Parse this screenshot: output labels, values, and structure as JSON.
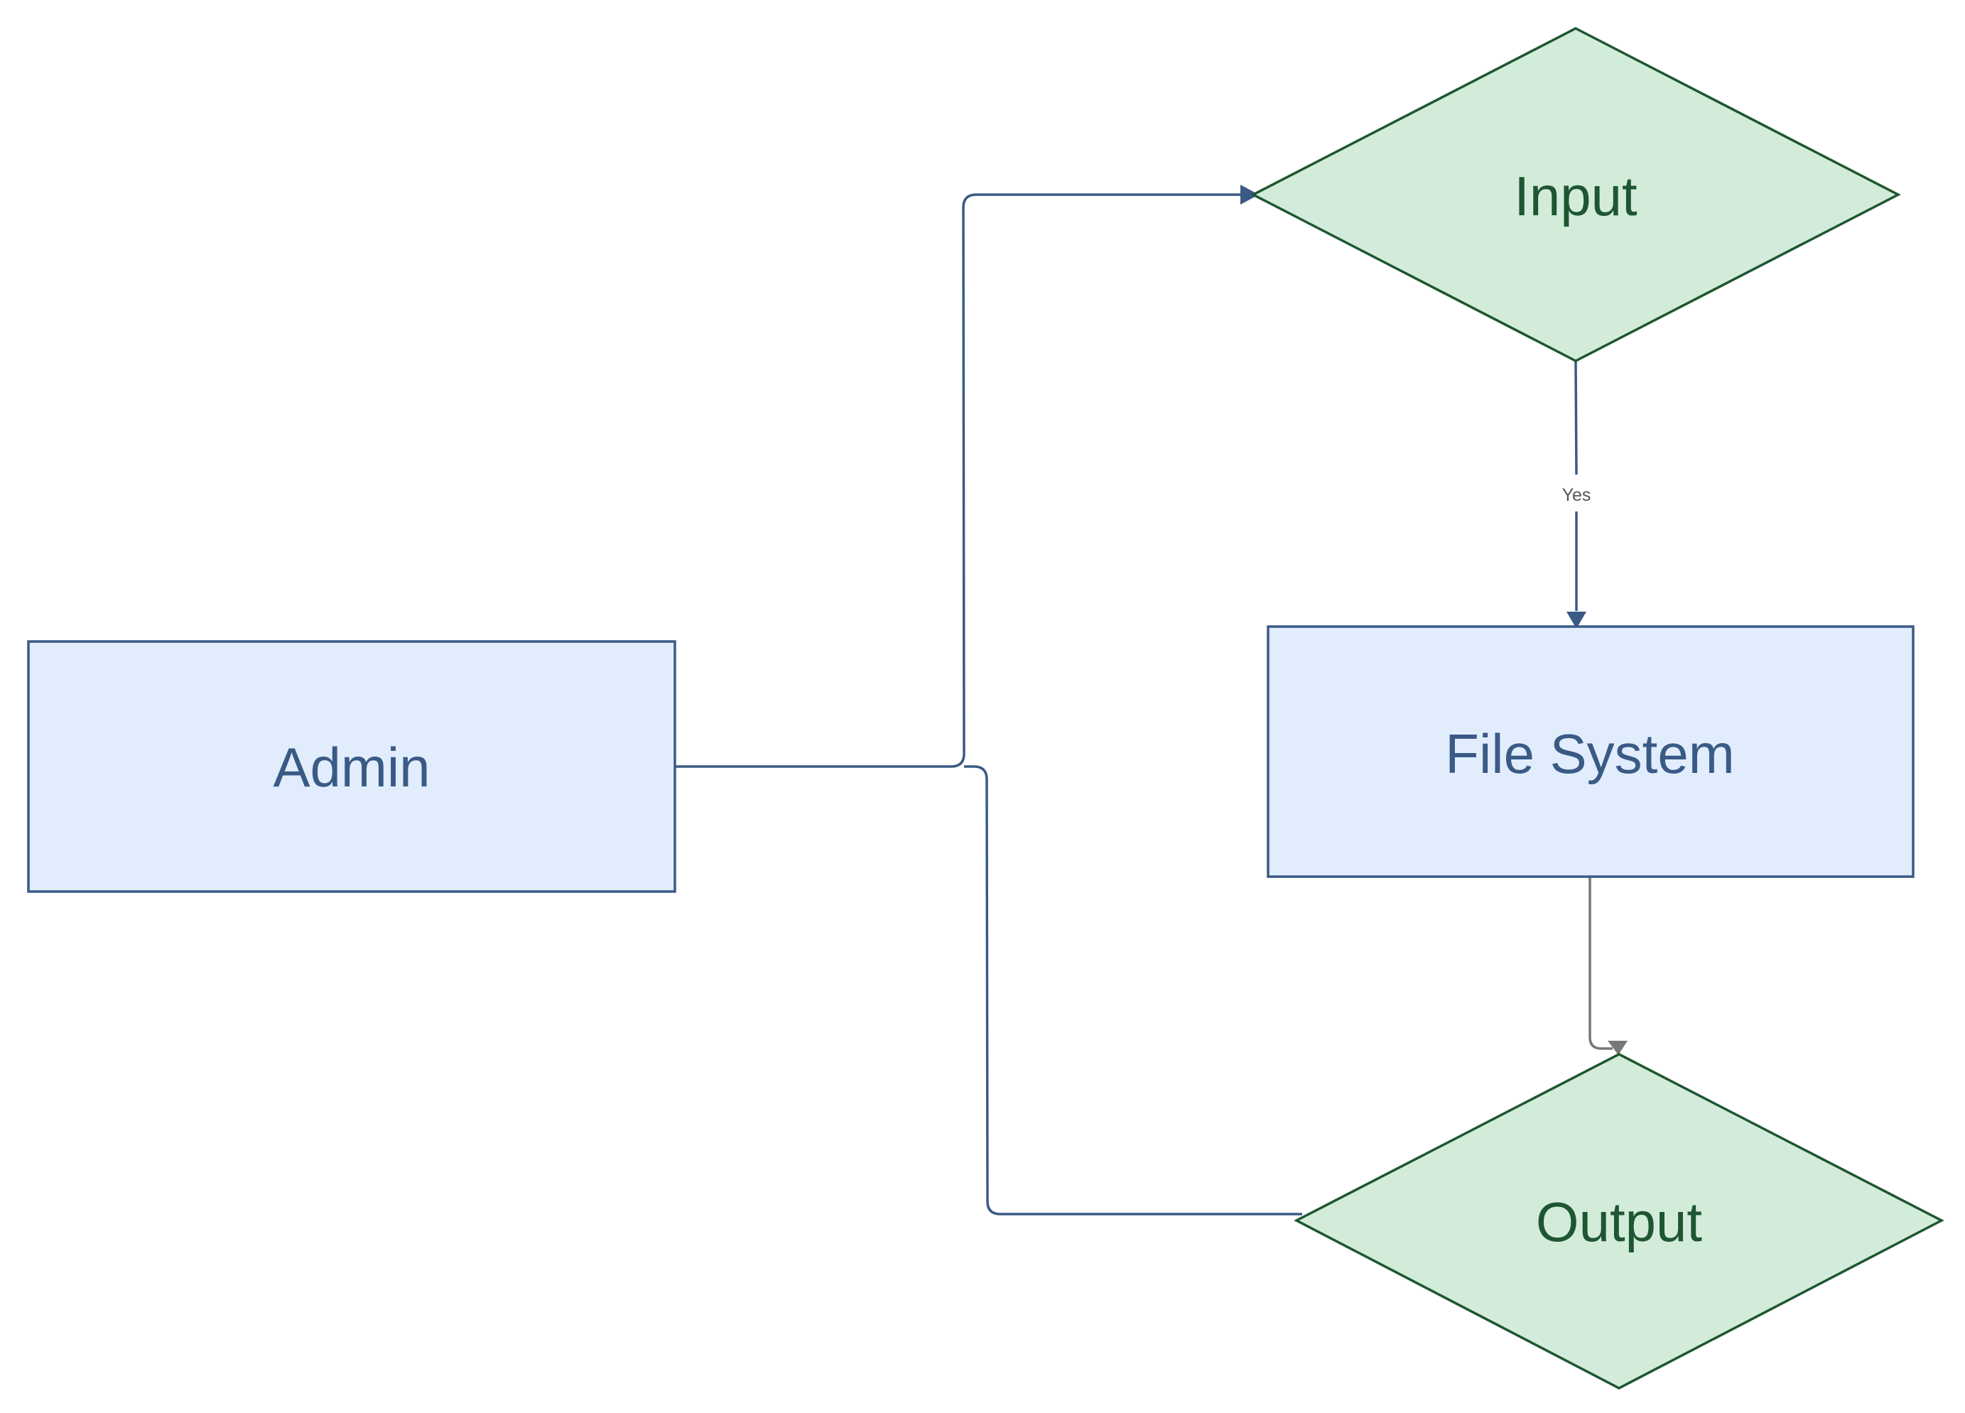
{
  "diagram": {
    "nodes": {
      "admin": {
        "label": "Admin",
        "shape": "rectangle",
        "fill": "#e1edfd",
        "stroke": "#3a5a86"
      },
      "input": {
        "label": "Input",
        "shape": "diamond",
        "fill": "#d3ecd9",
        "stroke": "#1e5631"
      },
      "file_system": {
        "label": "File System",
        "shape": "rectangle",
        "fill": "#e1edfd",
        "stroke": "#3a5a86"
      },
      "output": {
        "label": "Output",
        "shape": "diamond",
        "fill": "#d3ecd9",
        "stroke": "#1e5631"
      }
    },
    "edges": [
      {
        "from": "Admin",
        "to": "Input",
        "label": "",
        "color": "#3a5a86"
      },
      {
        "from": "Input",
        "to": "File System",
        "label": "Yes",
        "color": "#3a5a86"
      },
      {
        "from": "File System",
        "to": "Output",
        "label": "",
        "color": "#777777"
      },
      {
        "from": "Admin",
        "to": "Output",
        "label": "",
        "color": "#3a5a86"
      }
    ]
  }
}
